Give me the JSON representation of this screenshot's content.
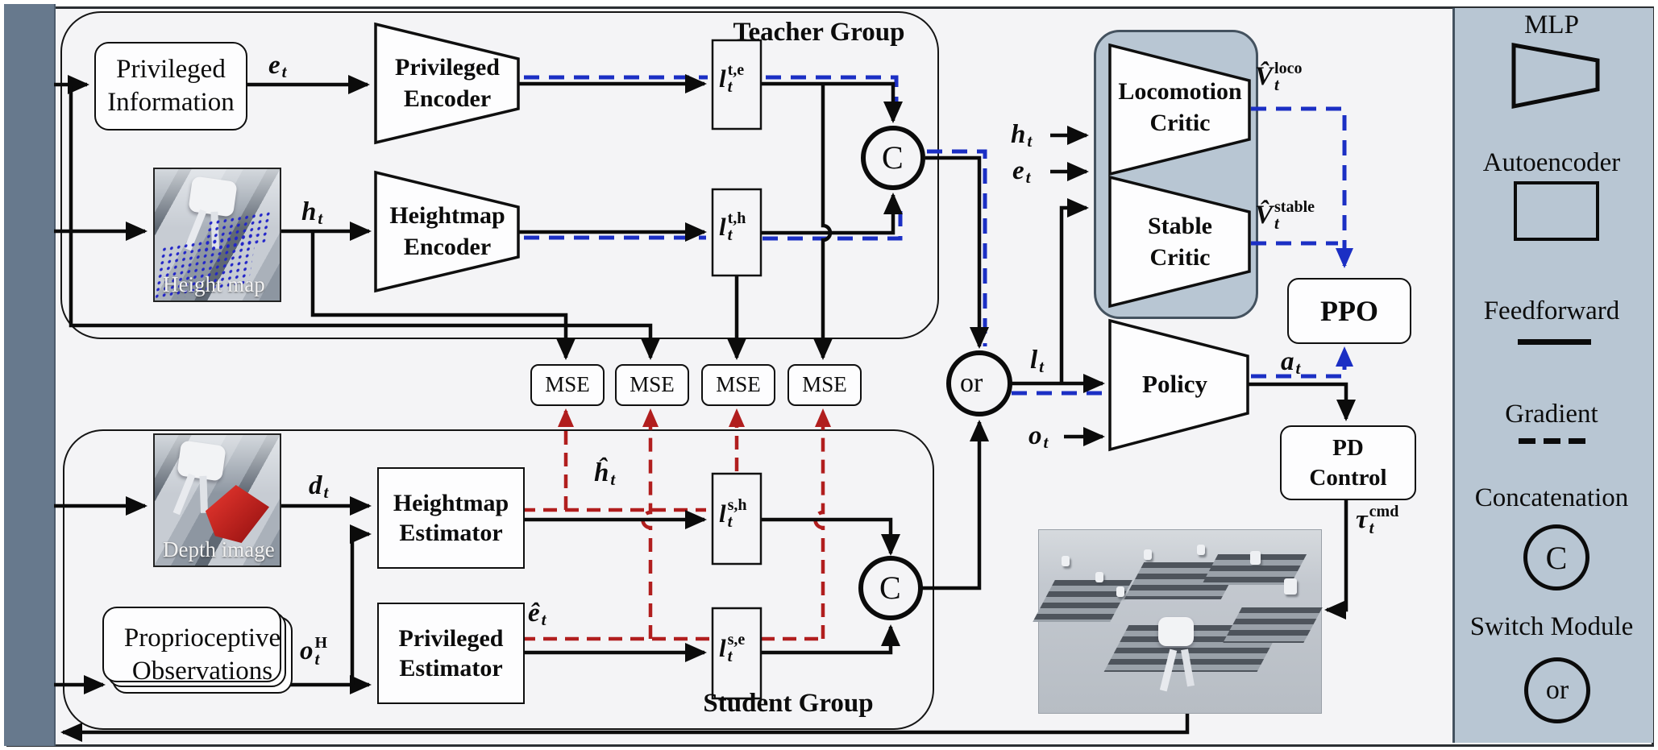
{
  "teacher": {
    "title": "Teacher Group",
    "priv_info": {
      "l1": "Privileged",
      "l2": "Information"
    },
    "priv_encoder": {
      "l1": "Privileged",
      "l2": "Encoder"
    },
    "hm_encoder": {
      "l1": "Heightmap",
      "l2": "Encoder"
    },
    "heightmap_caption": "Height map",
    "concat_label": "C"
  },
  "student": {
    "title": "Student Group",
    "depth_caption": "Depth image",
    "prop_obs": {
      "l1": "Proprioceptive",
      "l2": "Observations"
    },
    "hm_estimator": {
      "l1": "Heightmap",
      "l2": "Estimator"
    },
    "priv_estimator": {
      "l1": "Privileged",
      "l2": "Estimator"
    },
    "concat_label": "C"
  },
  "mse": {
    "items": [
      "MSE",
      "MSE",
      "MSE",
      "MSE"
    ]
  },
  "switch_node": {
    "label": "or"
  },
  "right": {
    "loco_critic": {
      "l1": "Locomotion",
      "l2": "Critic"
    },
    "stable_critic": {
      "l1": "Stable",
      "l2": "Critic"
    },
    "ppo": "PPO",
    "policy": "Policy",
    "pd": {
      "l1": "PD",
      "l2": "Control"
    }
  },
  "math": {
    "e_t": {
      "main": "e",
      "sup": "",
      "sub": "t"
    },
    "h_t": {
      "main": "h",
      "sup": "",
      "sub": "t"
    },
    "d_t": {
      "main": "d",
      "sup": "",
      "sub": "t"
    },
    "o_tH": {
      "main": "o",
      "sup": "H",
      "sub": "t"
    },
    "l_te": {
      "main": "l",
      "sup": "t,e",
      "sub": "t"
    },
    "l_th": {
      "main": "l",
      "sup": "t,h",
      "sub": "t"
    },
    "l_sh": {
      "main": "l",
      "sup": "s,h",
      "sub": "t"
    },
    "l_se": {
      "main": "l",
      "sup": "s,e",
      "sub": "t"
    },
    "hhat_t": {
      "main": "ĥ",
      "sup": "",
      "sub": "t"
    },
    "ehat_t": {
      "main": "ê",
      "sup": "",
      "sub": "t"
    },
    "l_t": {
      "main": "l",
      "sup": "",
      "sub": "t"
    },
    "o_t": {
      "main": "o",
      "sup": "",
      "sub": "t"
    },
    "a_t": {
      "main": "a",
      "sup": "",
      "sub": "t"
    },
    "h_t2": {
      "main": "h",
      "sup": "",
      "sub": "t"
    },
    "e_t2": {
      "main": "e",
      "sup": "",
      "sub": "t"
    },
    "v_loco": {
      "main": "V̂",
      "sup": "loco",
      "sub": "t"
    },
    "v_stable": {
      "main": "V̂",
      "sup": "stable",
      "sub": "t"
    },
    "tau_cmd": {
      "main": "τ",
      "sup": "cmd",
      "sub": "t"
    }
  },
  "legend": {
    "items": [
      {
        "label": "MLP",
        "icon": "trapezoid-icon"
      },
      {
        "label": "Autoencoder",
        "icon": "rect-icon"
      },
      {
        "label": "Feedforward",
        "icon": "solid-line-icon"
      },
      {
        "label": "Gradient",
        "icon": "dashed-line-icon"
      },
      {
        "label": "Concatenation",
        "icon": "concat-circle-icon",
        "symbol": "C"
      },
      {
        "label": "Switch Module",
        "icon": "switch-circle-icon",
        "symbol": "or"
      }
    ]
  },
  "colors": {
    "blue": "#1b2fc4",
    "red": "#b11e1e",
    "panel": "#b8c6d3",
    "bar": "#67798d"
  }
}
